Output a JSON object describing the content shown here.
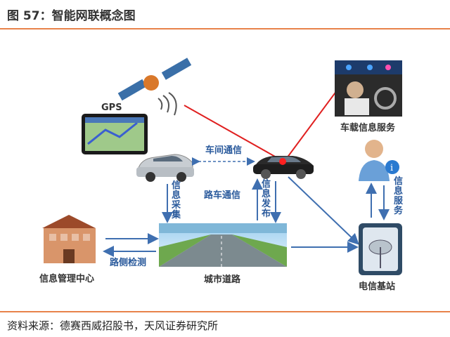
{
  "figure": {
    "title": "图 57：智能网联概念图",
    "source": "资料来源：德赛西威招股书，天风证券研究所"
  },
  "labels": {
    "gps": "GPS",
    "in_vehicle_service": "车载信息服务",
    "v2v": "车间通信",
    "v2i": "路车通信",
    "info_collect": [
      "信",
      "息",
      "采",
      "集"
    ],
    "info_publish": [
      "信",
      "息",
      "发",
      "布"
    ],
    "info_service": [
      "信",
      "息",
      "服",
      "务"
    ],
    "roadside_detect": "路侧检测",
    "info_center": "信息管理中心",
    "city_road": "城市道路",
    "base_station": "电信基站"
  },
  "colors": {
    "accent_rule": "#e8824a",
    "arrow": "#3f6fb0",
    "signal_line": "#e02020"
  }
}
